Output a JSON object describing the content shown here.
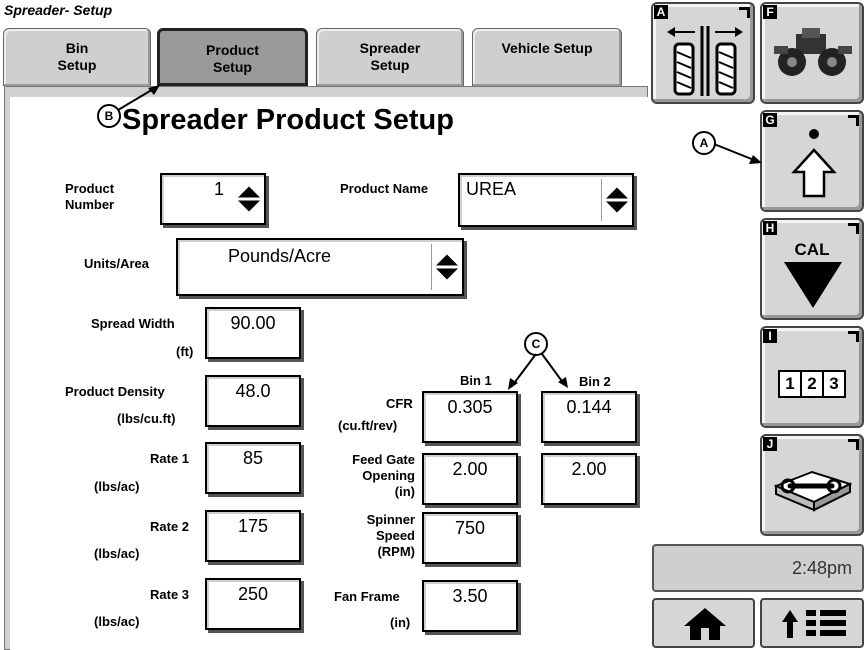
{
  "window_title": "Spreader- Setup",
  "tabs": [
    {
      "line1": "Bin",
      "line2": "Setup"
    },
    {
      "line1": "Product",
      "line2": "Setup"
    },
    {
      "line1": "Spreader",
      "line2": "Setup"
    },
    {
      "line1": "Vehicle Setup",
      "line2": ""
    }
  ],
  "heading": "Spreader Product Setup",
  "callouts": {
    "a": "A",
    "b": "B",
    "c": "C"
  },
  "product_number": {
    "label1": "Product",
    "label2": "Number",
    "value": "1"
  },
  "product_name": {
    "label": "Product Name",
    "value": "UREA"
  },
  "units_area": {
    "label": "Units/Area",
    "value": "Pounds/Acre"
  },
  "spread_width": {
    "label": "Spread Width",
    "unit": "(ft)",
    "value": "90.00"
  },
  "product_density": {
    "label": "Product Density",
    "unit": "(lbs/cu.ft)",
    "value": "48.0"
  },
  "rate1": {
    "label": "Rate 1",
    "unit": "(lbs/ac)",
    "value": "85"
  },
  "rate2": {
    "label": "Rate 2",
    "unit": "(lbs/ac)",
    "value": "175"
  },
  "rate3": {
    "label": "Rate 3",
    "unit": "(lbs/ac)",
    "value": "250"
  },
  "bin_headers": {
    "bin1": "Bin 1",
    "bin2": "Bin 2"
  },
  "cfr": {
    "label": "CFR",
    "unit": "(cu.ft/rev)",
    "bin1": "0.305",
    "bin2": "0.144"
  },
  "feed_gate": {
    "label1": "Feed Gate",
    "label2": "Opening",
    "unit": "(in)",
    "bin1": "2.00",
    "bin2": "2.00"
  },
  "spinner_speed": {
    "label1": "Spinner",
    "label2": "Speed",
    "unit": "(RPM)",
    "bin1": "750"
  },
  "fan_frame": {
    "label": "Fan Frame",
    "unit": "(in)",
    "bin1": "3.50"
  },
  "sidebar": {
    "a": {
      "letter": "A",
      "icon": "row-spacing-icon"
    },
    "f": {
      "letter": "F",
      "icon": "tractor-icon"
    },
    "g": {
      "letter": "G",
      "icon": "up-arrow-icon"
    },
    "h": {
      "letter": "H",
      "icon": "calibrate-icon",
      "label": "CAL"
    },
    "i": {
      "letter": "I",
      "icon": "counter-icon",
      "digits": [
        "1",
        "2",
        "3"
      ]
    },
    "j": {
      "letter": "J",
      "icon": "manual-wrench-icon"
    }
  },
  "clock": "2:48pm",
  "bottom_buttons": {
    "home": "home-icon",
    "menu": "menu-icon"
  }
}
